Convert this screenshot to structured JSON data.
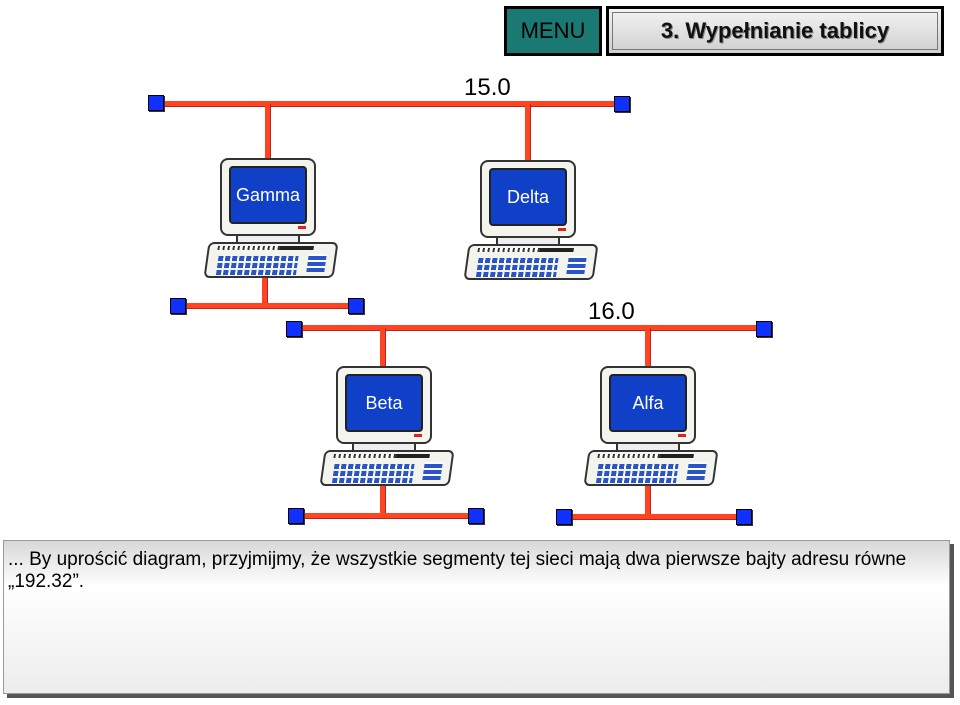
{
  "header": {
    "menu_label": "MENU",
    "slide_title": "3. Wypełnianie tablicy"
  },
  "networks": {
    "top": "15.0",
    "middle": "16.0"
  },
  "computers": {
    "gamma": "Gamma",
    "delta": "Delta",
    "beta": "Beta",
    "alfa": "Alfa"
  },
  "description": "... By uprościć diagram, przyjmijmy, że wszystkie segmenty tej sieci mają dwa pierwsze bajty adresu równe „192.32”.",
  "colors": {
    "wire": "#ff4422",
    "node": "#1030ff",
    "screen": "#1040c8",
    "menu_button": "#1a7a73"
  }
}
